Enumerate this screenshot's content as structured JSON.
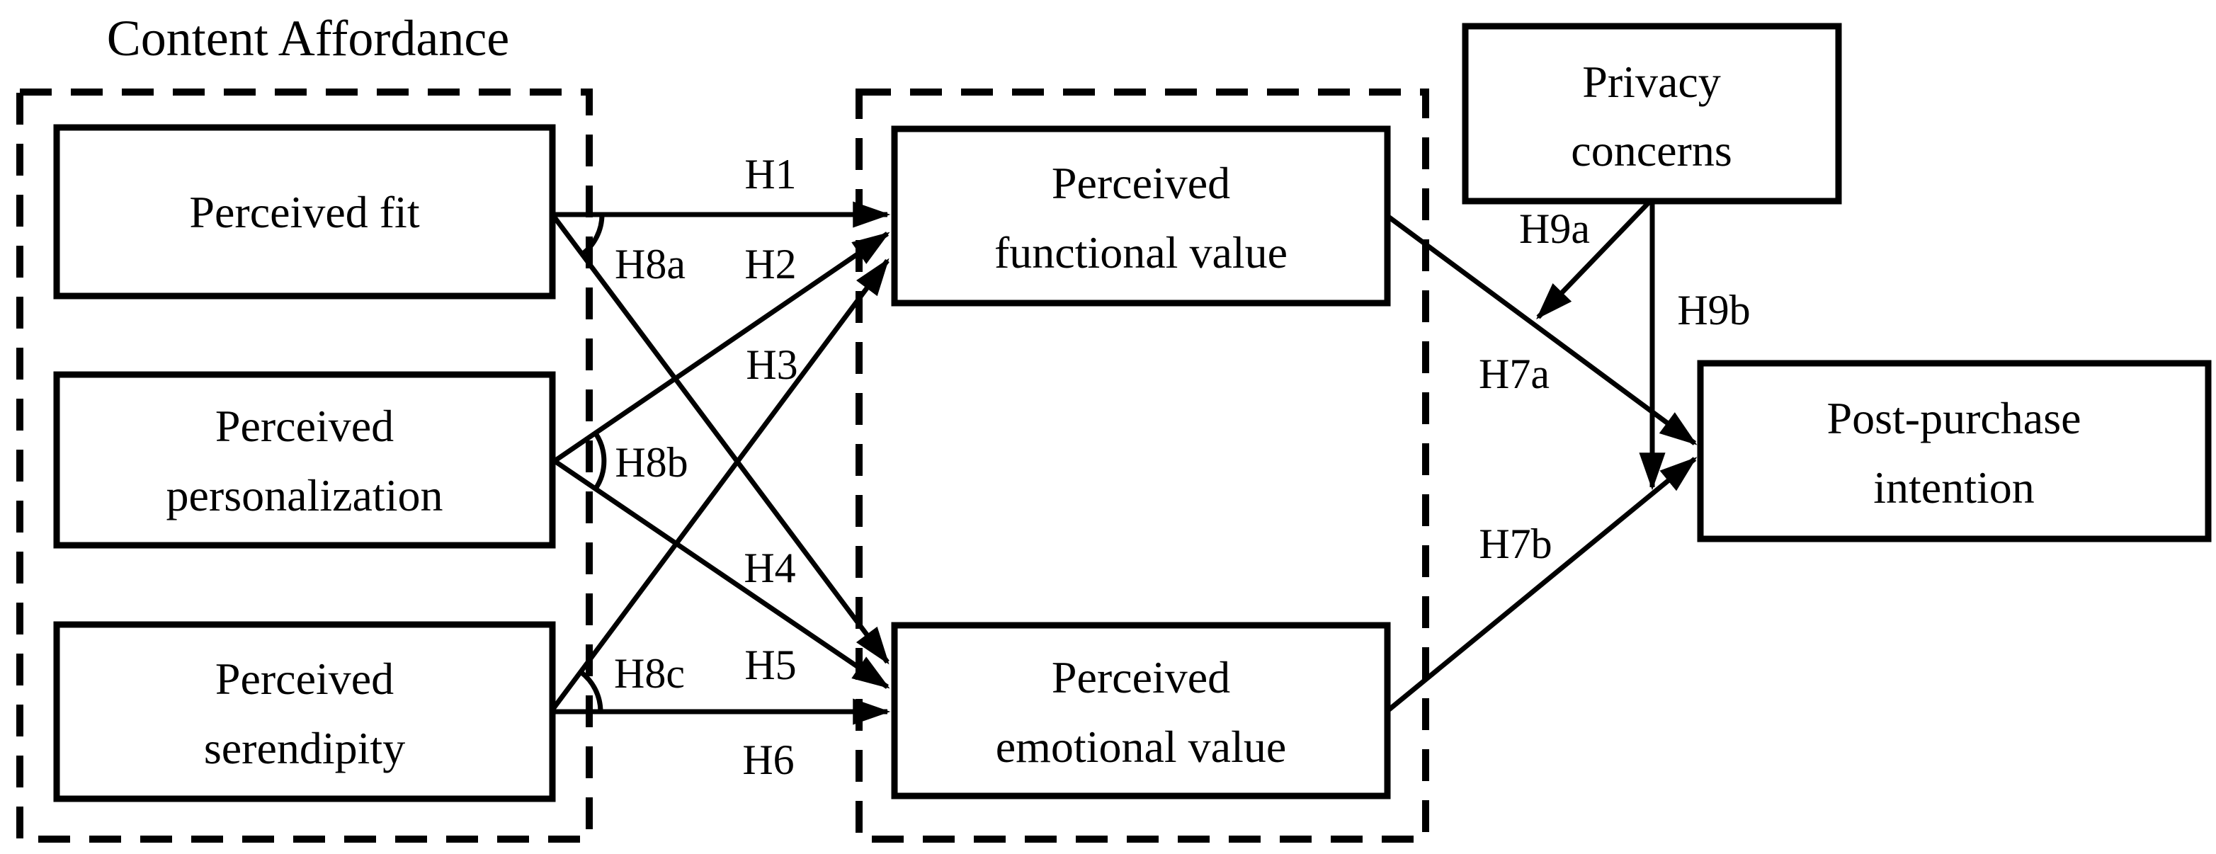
{
  "diagram": {
    "groups": {
      "content_affordance": {
        "title": "Content Affordance"
      }
    },
    "boxes": {
      "fit": {
        "label": "Perceived fit"
      },
      "personalization": {
        "line1": "Perceived",
        "line2": "personalization"
      },
      "serendipity": {
        "line1": "Perceived",
        "line2": "serendipity"
      },
      "functional": {
        "line1": "Perceived",
        "line2": "functional value"
      },
      "emotional": {
        "line1": "Perceived",
        "line2": "emotional value"
      },
      "privacy": {
        "line1": "Privacy",
        "line2": "concerns"
      },
      "post_purchase": {
        "line1": "Post-purchase",
        "line2": "intention"
      }
    },
    "hypotheses": {
      "h1": "H1",
      "h2": "H2",
      "h3": "H3",
      "h4": "H4",
      "h5": "H5",
      "h6": "H6",
      "h7a": "H7a",
      "h7b": "H7b",
      "h8a": "H8a",
      "h8b": "H8b",
      "h8c": "H8c",
      "h9a": "H9a",
      "h9b": "H9b"
    },
    "colors": {
      "line": "#000000",
      "background": "#ffffff"
    }
  }
}
